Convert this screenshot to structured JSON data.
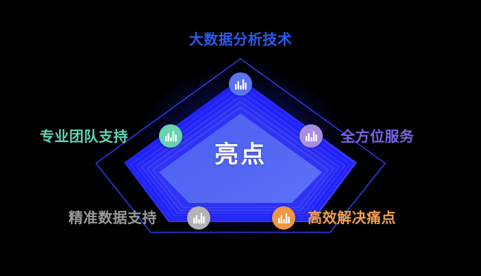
{
  "graphic": {
    "type": "pentagon-highlight-infographic",
    "background_color": "#000000",
    "center": {
      "text": "亮点",
      "text_color": "#ffffff",
      "fill_gradient_from": "#4f63f2",
      "fill_gradient_to": "#5a6df7"
    },
    "ring": {
      "outer_outline_color": "#2b3bf0",
      "layered_color_from": "#1b1bff",
      "layered_color_to": "#3a46f2"
    },
    "nodes": [
      {
        "id": "node-top",
        "label": "大数据分析技术",
        "label_color": "#2a5cf0",
        "icon": "bar-chart-icon",
        "circle_color": "#5b74ef",
        "icon_color": "#ffffff",
        "position": "top"
      },
      {
        "id": "node-left",
        "label": "专业团队支持",
        "label_color": "#5fd6b4",
        "icon": "bar-chart-icon",
        "circle_color": "#6ad2b0",
        "icon_color": "#ffffff",
        "position": "upper-left"
      },
      {
        "id": "node-right",
        "label": "全方位服务",
        "label_color": "#7b63e8",
        "icon": "bar-chart-icon",
        "circle_color": "#a98de0",
        "icon_color": "#ffffff",
        "position": "upper-right"
      },
      {
        "id": "node-bottom-left",
        "label": "精准数据支持",
        "label_color": "#9a9a9a",
        "icon": "bar-chart-icon",
        "circle_color": "#b4b4b4",
        "icon_color": "#ffffff",
        "position": "lower-left"
      },
      {
        "id": "node-bottom-right",
        "label": "高效解决痛点",
        "label_color": "#f0a14e",
        "icon": "bar-chart-icon",
        "circle_color": "#f09544",
        "icon_color": "#ffffff",
        "position": "lower-right"
      }
    ]
  }
}
